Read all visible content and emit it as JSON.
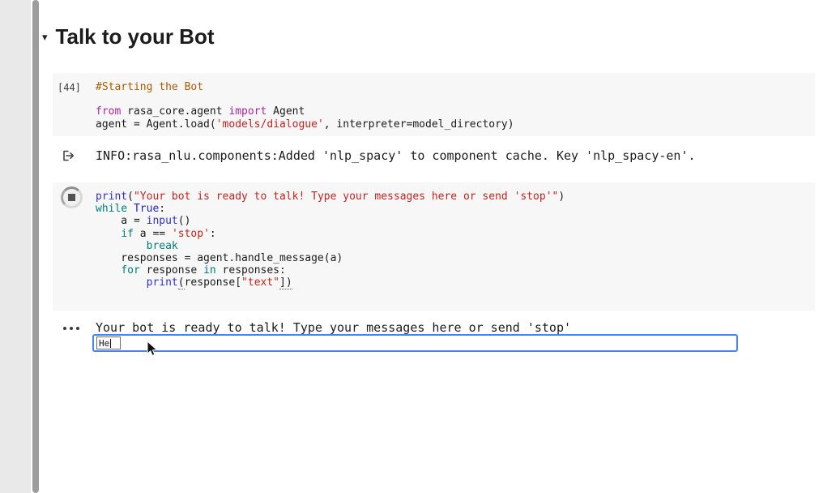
{
  "syntax_colors": {
    "comment": "#a85d00",
    "kw-import": "#a626a4",
    "kw-flow": "#007c7c",
    "builtin": "#3232c8",
    "atom": "#2222cc",
    "string": "#c5221f",
    "plain": "#1c1c1c",
    "accent": "#4285f4"
  },
  "header": {
    "collapse_icon": "▾",
    "title": "Talk to your Bot"
  },
  "cell1": {
    "exec_label": "[44]",
    "lines": [
      [
        {
          "t": "#Starting the Bot",
          "c": "comment"
        }
      ],
      [],
      [
        {
          "t": "from",
          "c": "kwi"
        },
        {
          "t": " rasa_core.agent ",
          "c": "plain"
        },
        {
          "t": "import",
          "c": "kwi"
        },
        {
          "t": " Agent",
          "c": "plain"
        }
      ],
      [
        {
          "t": "agent = Agent.load(",
          "c": "plain"
        },
        {
          "t": "'models/dialogue'",
          "c": "str"
        },
        {
          "t": ", interpreter=model_directory)",
          "c": "plain"
        }
      ]
    ]
  },
  "cell2": {
    "lines": [
      [
        {
          "t": "print",
          "c": "builtin"
        },
        {
          "t": "(",
          "c": "plain"
        },
        {
          "t": "\"Your bot is ready to talk! Type your messages here or send 'stop'\"",
          "c": "str"
        },
        {
          "t": ")",
          "c": "plain"
        }
      ],
      [
        {
          "t": "while",
          "c": "kwf"
        },
        {
          "t": " ",
          "c": "plain"
        },
        {
          "t": "True",
          "c": "atom"
        },
        {
          "t": ":",
          "c": "plain"
        }
      ],
      [
        {
          "t": "    a = ",
          "c": "plain"
        },
        {
          "t": "input",
          "c": "builtin"
        },
        {
          "t": "()",
          "c": "plain"
        }
      ],
      [
        {
          "t": "    ",
          "c": "plain"
        },
        {
          "t": "if",
          "c": "kwf"
        },
        {
          "t": " a == ",
          "c": "plain"
        },
        {
          "t": "'stop'",
          "c": "str"
        },
        {
          "t": ":",
          "c": "plain"
        }
      ],
      [
        {
          "t": "        ",
          "c": "plain"
        },
        {
          "t": "break",
          "c": "kwf"
        }
      ],
      [
        {
          "t": "    responses = agent.handle_message(a)",
          "c": "plain"
        }
      ],
      [
        {
          "t": "    ",
          "c": "plain"
        },
        {
          "t": "for",
          "c": "kwf"
        },
        {
          "t": " response ",
          "c": "plain"
        },
        {
          "t": "in",
          "c": "kwf"
        },
        {
          "t": " responses:",
          "c": "plain"
        }
      ],
      [
        {
          "t": "        ",
          "c": "plain"
        },
        {
          "t": "print",
          "c": "builtin"
        },
        {
          "t": "(",
          "c": "plain lint"
        },
        {
          "t": "response[",
          "c": "plain"
        },
        {
          "t": "\"text\"",
          "c": "str"
        },
        {
          "t": "])",
          "c": "plain lint"
        }
      ]
    ]
  },
  "outputs": {
    "cell1_log": "INFO:rasa_nlu.components:Added 'nlp_spacy' to component cache. Key 'nlp_spacy-en'.",
    "cell2_stdout": "Your bot is ready to talk! Type your messages here or send 'stop'",
    "stdin_value": "He"
  }
}
